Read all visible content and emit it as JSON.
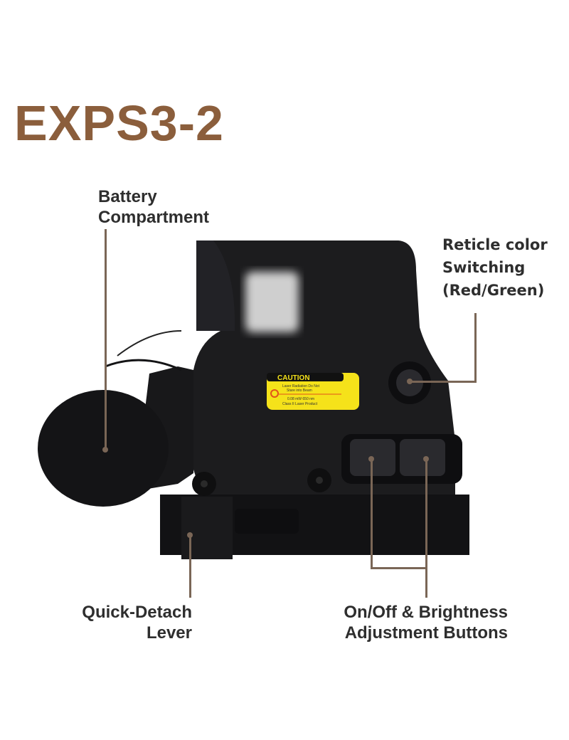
{
  "title": "EXPS3-2",
  "colors": {
    "title": "#8b5e3c",
    "callout_line": "#7a6656",
    "label_text": "#2e2e2e",
    "caution_yellow": "#f5e21a"
  },
  "callouts": {
    "battery": {
      "line1": "Battery",
      "line2": "Compartment"
    },
    "reticle": {
      "line1": "Reticle color",
      "line2": "Switching",
      "line3": "(Red/Green)"
    },
    "lever": {
      "line1": "Quick-Detach",
      "line2": "Lever"
    },
    "buttons": {
      "line1": "On/Off & Brightness",
      "line2": "Adjustment Buttons"
    }
  },
  "caution_label": {
    "heading": "CAUTION",
    "line1": "Laser Radiation  Do Not",
    "line2": "Stare into Beam",
    "line3": "0.08 mW  650 nm",
    "line4": "Class II Laser Product"
  }
}
